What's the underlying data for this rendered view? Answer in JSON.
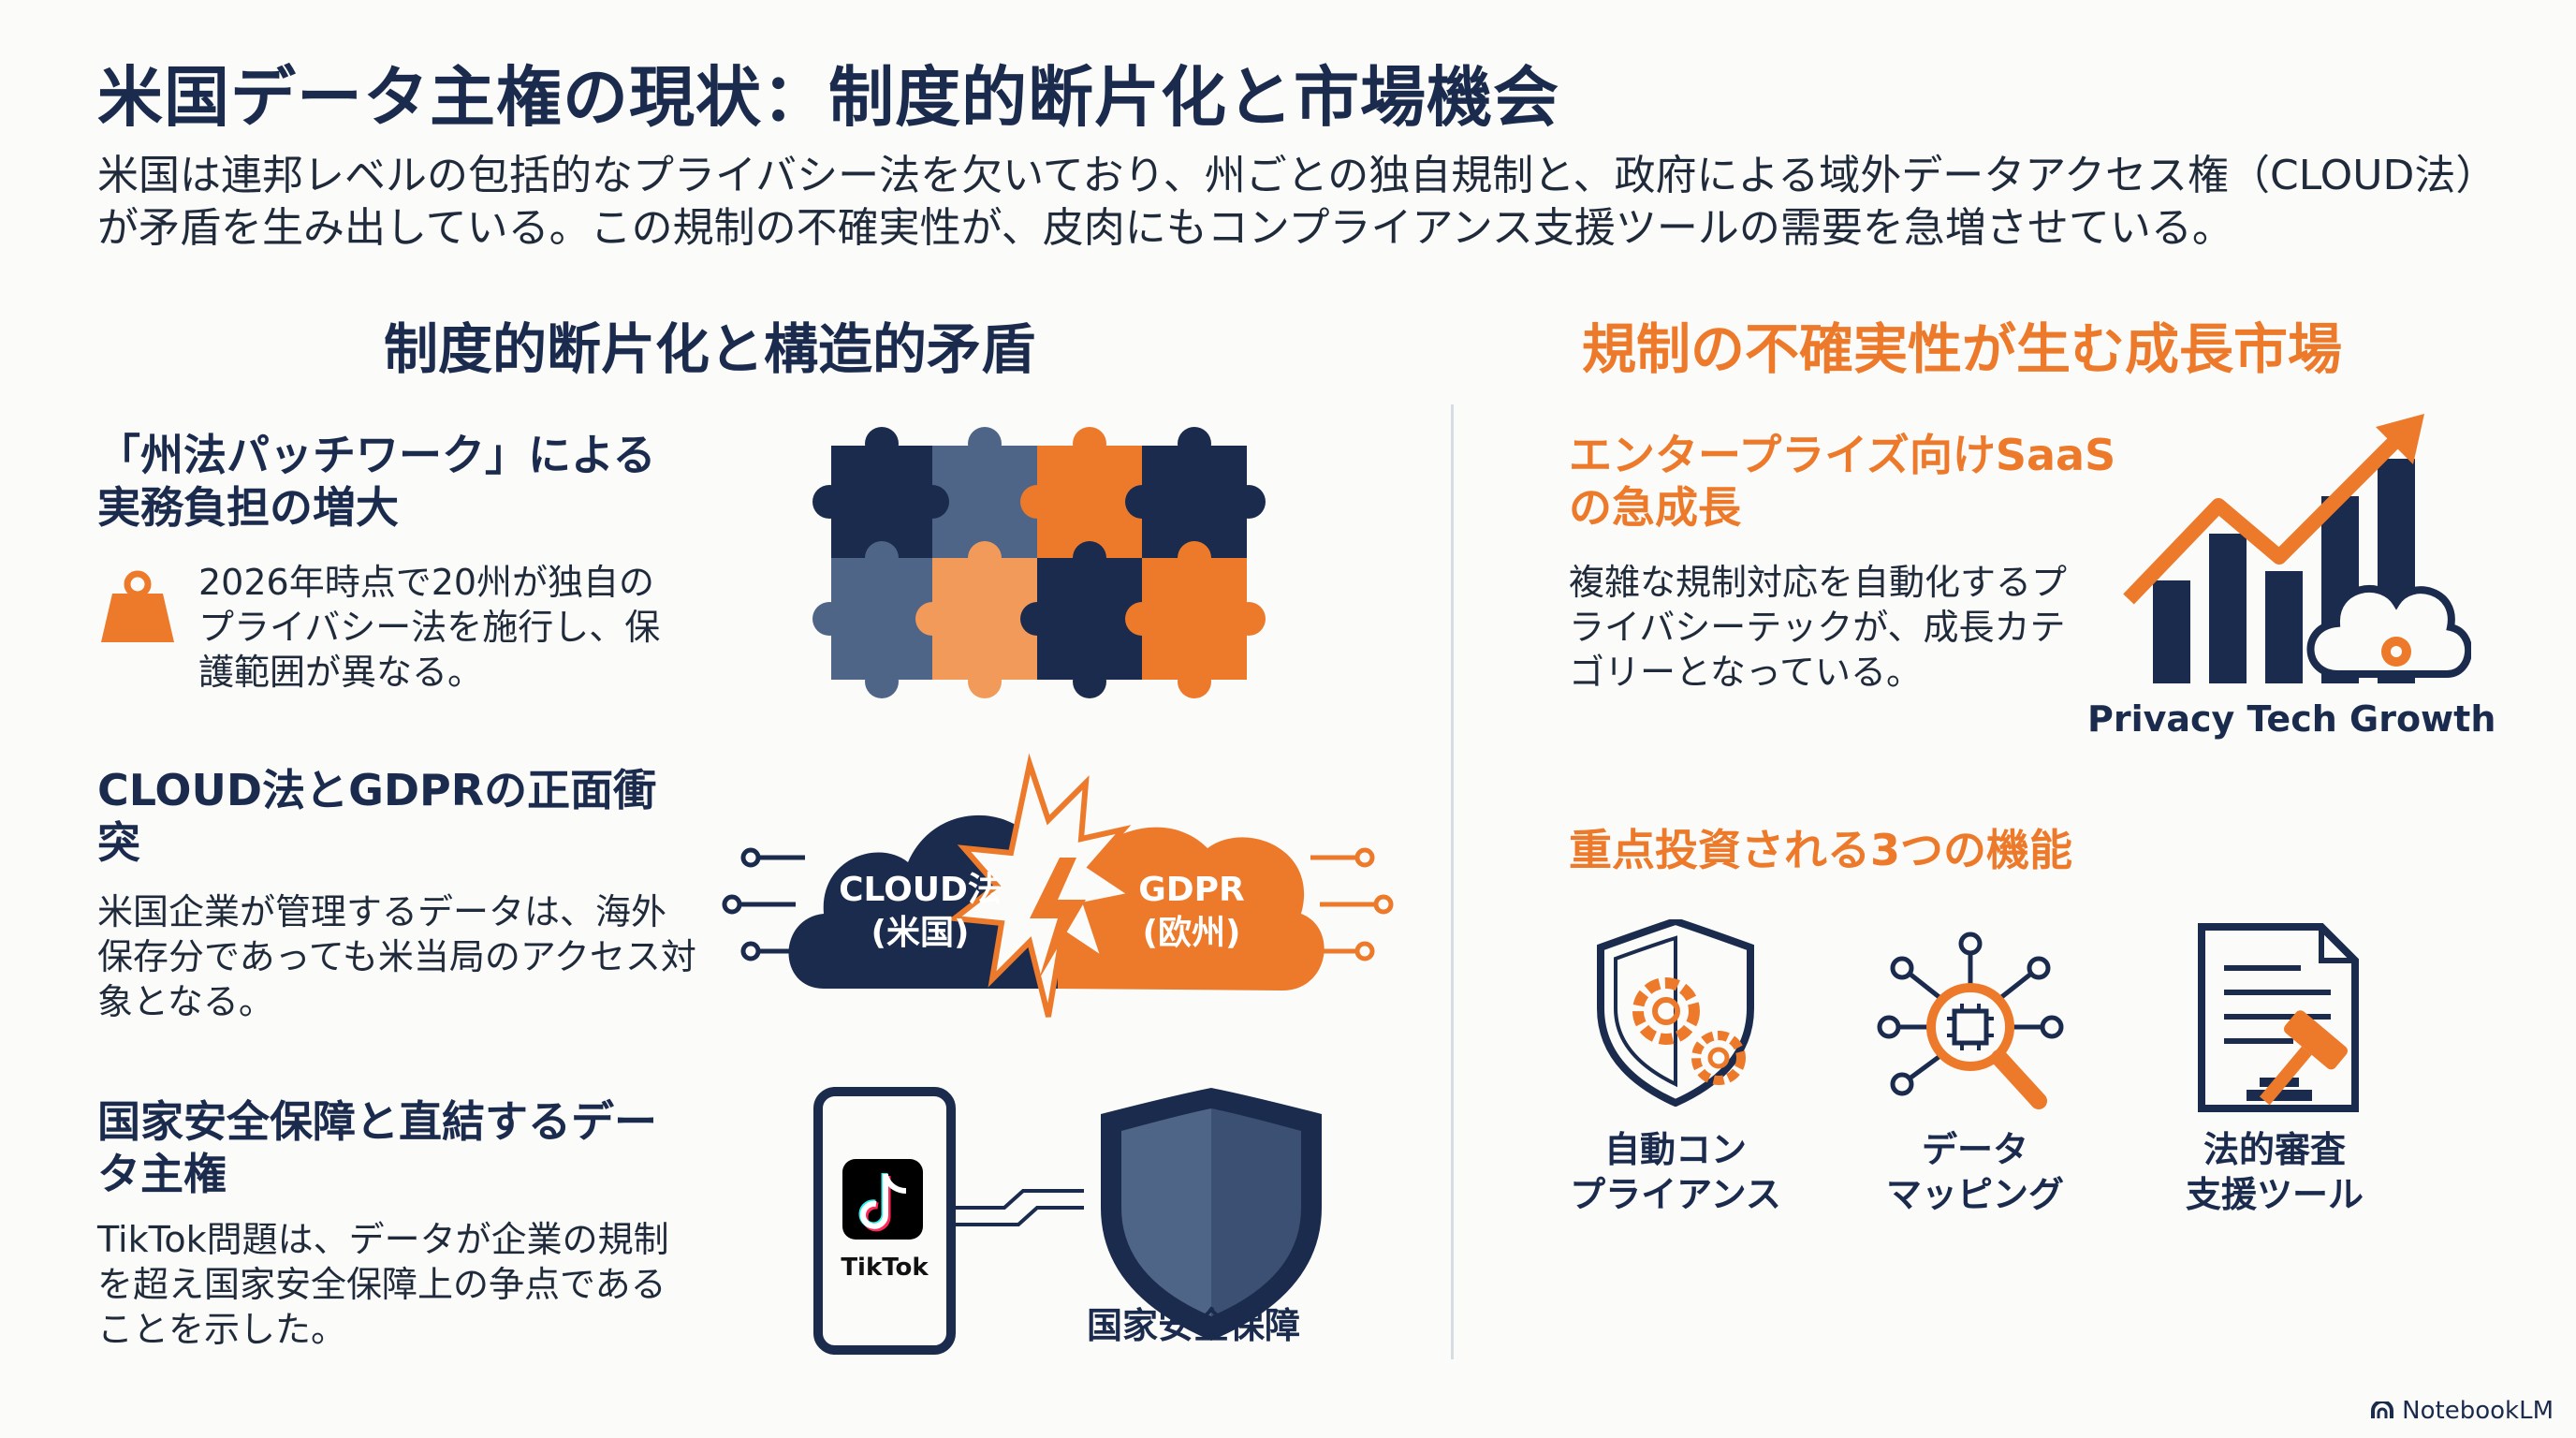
{
  "title": "米国データ主権の現状：制度的断片化と市場機会",
  "intro": "米国は連邦レベルの包括的なプライバシー法を欠いており、州ごとの独自規制と、政府による域外データアクセス権（CLOUD法）が矛盾を生み出している。この規制の不確実性が、皮肉にもコンプライアンス支援ツールの需要を急増させている。",
  "left": {
    "section_title": "制度的断片化と構造的矛盾",
    "blocks": [
      {
        "heading": "「州法パッチワーク」による実務負担の増大",
        "body": "2026年時点で20州が独自のプライバシー法を施行し、保護範囲が異なる。",
        "icon": "weight-icon"
      },
      {
        "heading": "CLOUD法とGDPRの正面衝突",
        "body": "米国企業が管理するデータは、海外保存分であっても米当局のアクセス対象となる。"
      },
      {
        "heading": "国家安全保障と直結するデータ主権",
        "body": "TikTok問題は、データが企業の規制を超え国家安全保障上の争点であることを示した。"
      }
    ],
    "cloud_left": "CLOUD法\n(米国)",
    "cloud_right": "GDPR\n(欧州)",
    "tiktok_label": "TikTok",
    "shield_label": "国家安全保障"
  },
  "right": {
    "section_title": "規制の不確実性が生む成長市場",
    "saas_heading": "エンタープライズ向けSaaSの急成長",
    "saas_body": "複雑な規制対応を自動化するプライバシーテックが、成長カテゴリーとなっている。",
    "growth_label": "Privacy Tech Growth",
    "features_heading": "重点投資される3つの機能",
    "features": [
      {
        "label": "自動コン\nプライアンス",
        "icon": "shield-gears-icon"
      },
      {
        "label": "データ\nマッピング",
        "icon": "data-mapping-icon"
      },
      {
        "label": "法的審査\n支援ツール",
        "icon": "legal-document-gavel-icon"
      }
    ]
  },
  "brand": "NotebookLM",
  "colors": {
    "navy": "#1b2b4d",
    "orange": "#ec7a2a",
    "steel": "#4f6587",
    "light_orange": "#f29a5a"
  }
}
